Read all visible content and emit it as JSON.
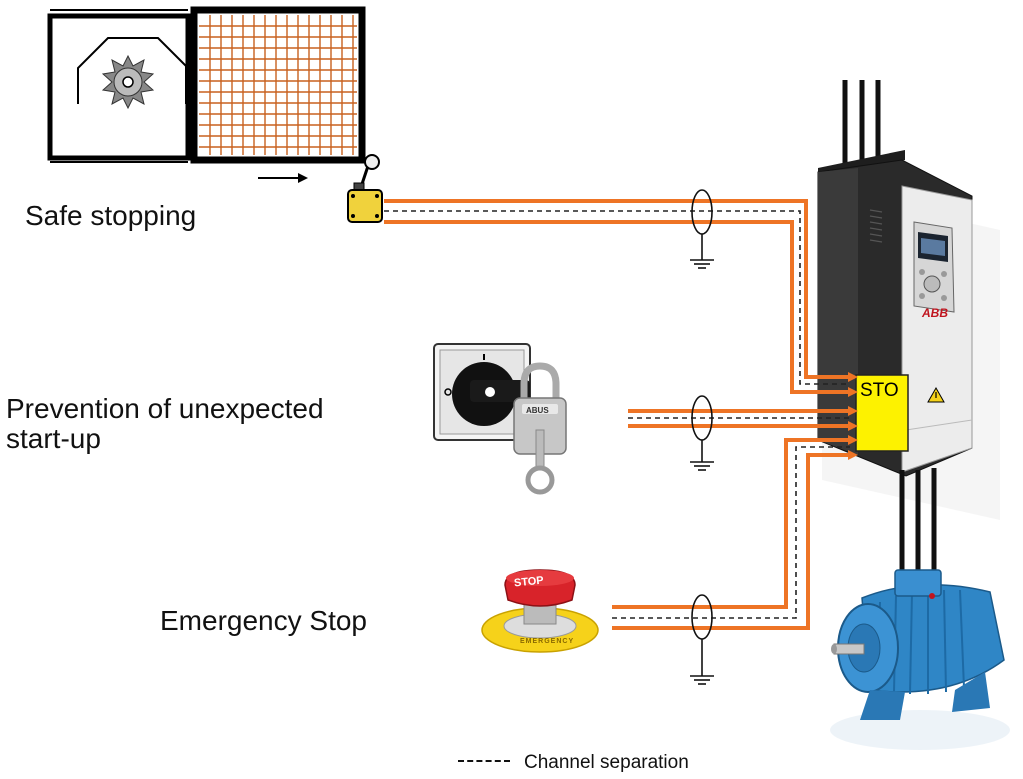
{
  "labels": {
    "safe_stopping": "Safe stopping",
    "prevention_line1": "Prevention of unexpected",
    "prevention_line2": "start-up",
    "emergency_stop": "Emergency Stop",
    "sto": "STO",
    "brand": "ABB",
    "stop_cap": "STOP",
    "emergency_ring": "EMERGENCY",
    "lock_brand": "ABUS"
  },
  "legend": {
    "channel_separation": "Channel separation"
  },
  "colors": {
    "channel_wire": "#ee7425",
    "separation_dash": "#222222",
    "sto_block": "#fdf200",
    "switch_body": "#f0d23c",
    "guard_mesh": "#c8601e",
    "motor": "#2f86c6",
    "drive_body": "#2a2a2a",
    "drive_panel": "#eeeeee",
    "stop_button": "#d8232a",
    "stop_ring": "#f6d21a"
  }
}
